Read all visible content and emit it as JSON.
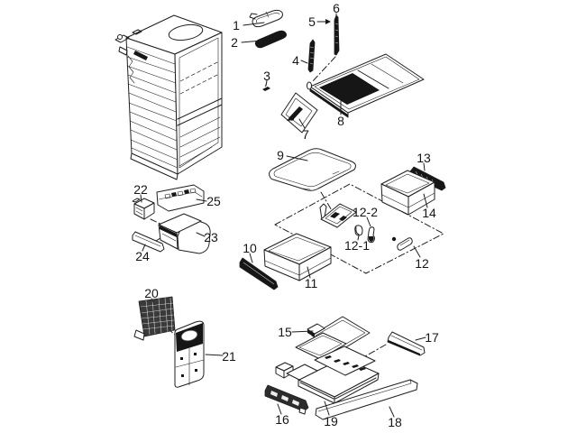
{
  "colors": {
    "background": "#ffffff",
    "line": "#1f1f1f",
    "ink": "#161616"
  },
  "labels": {
    "1": "1",
    "2": "2",
    "3": "3",
    "4": "4",
    "5": "5",
    "6": "6",
    "7": "7",
    "8": "8",
    "9": "9",
    "10": "10",
    "11": "11",
    "12": "12",
    "12-1": "12-1",
    "12-2": "12-2",
    "13": "13",
    "14": "14",
    "15": "15",
    "16": "16",
    "17": "17",
    "18": "18",
    "19": "19",
    "20": "20",
    "21": "21",
    "22": "22",
    "23": "23",
    "24": "24",
    "25": "25"
  }
}
